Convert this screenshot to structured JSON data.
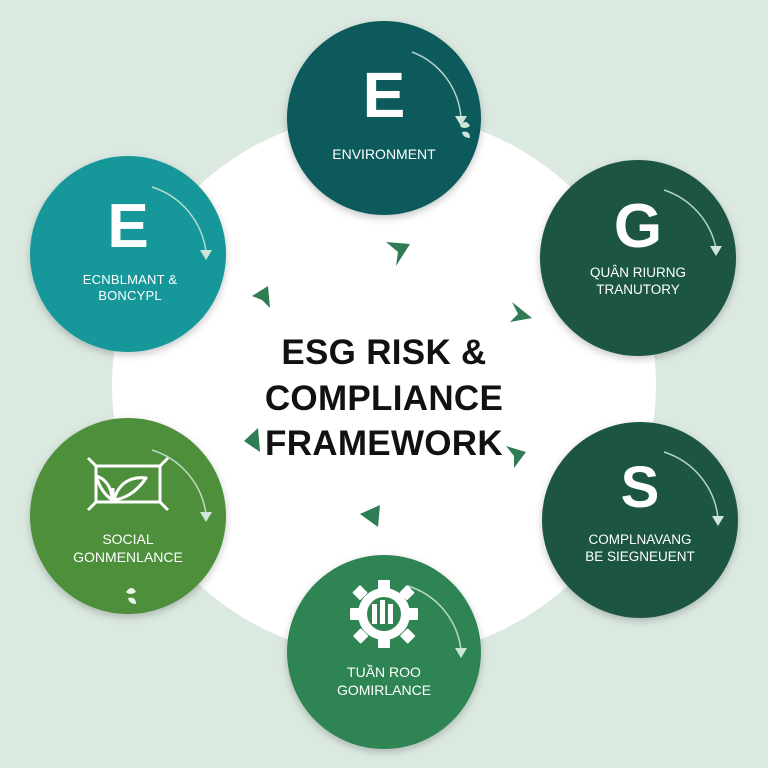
{
  "title_lines": [
    "ESG RISK &",
    "COMPLIANCE",
    "FRAMEWORK"
  ],
  "colors": {
    "background": "#dbe9e1",
    "hub": "#ffffff",
    "teal_dark": "#0f5a5c",
    "teal": "#17979a",
    "green_dark": "#1f5643",
    "green": "#4d8f3a",
    "green_mid": "#2e8552",
    "arrow_accent": "#2f7d55",
    "text": "#111111"
  },
  "nodes": [
    {
      "id": "top",
      "letter": "E",
      "label_lines": [
        "ENVIRONMENT"
      ],
      "color": "#0f5a5c"
    },
    {
      "id": "upper-left",
      "letter": "E",
      "label_lines": [
        "ECNBLMANT &",
        "BONCYPL"
      ],
      "color": "#17979a"
    },
    {
      "id": "upper-right",
      "letter": "G",
      "label_lines": [
        "QUÂN RIURNG",
        "TRANUTORY"
      ],
      "color": "#1f5643"
    },
    {
      "id": "lower-left",
      "icon": "leaf-board-icon",
      "label_lines": [
        "SOCIAL",
        "GONMENLANCE"
      ],
      "color": "#4d8f3a"
    },
    {
      "id": "lower-right",
      "letter": "S",
      "label_lines": [
        "COMPLNAVANG",
        "BE SIEGNEUENT"
      ],
      "color": "#1f5643"
    },
    {
      "id": "bottom",
      "icon": "gear-icon",
      "label_lines": [
        "TUẦN ROO",
        "GOMIRLANCE"
      ],
      "color": "#2e8552"
    }
  ]
}
